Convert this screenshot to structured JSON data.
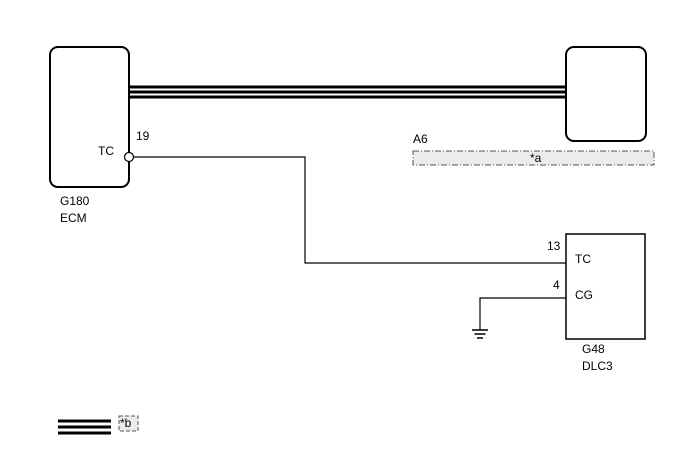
{
  "ecm": {
    "pin_label": "TC",
    "pin_number": "19",
    "connector_code": "G180",
    "name": "ECM"
  },
  "junction": {
    "code": "A6",
    "note": "*a"
  },
  "dlc": {
    "pin_tc_number": "13",
    "pin_tc_label": "TC",
    "pin_cg_number": "4",
    "pin_cg_label": "CG",
    "connector_code": "G48",
    "name": "DLC3"
  },
  "legend": {
    "note": "*b"
  }
}
